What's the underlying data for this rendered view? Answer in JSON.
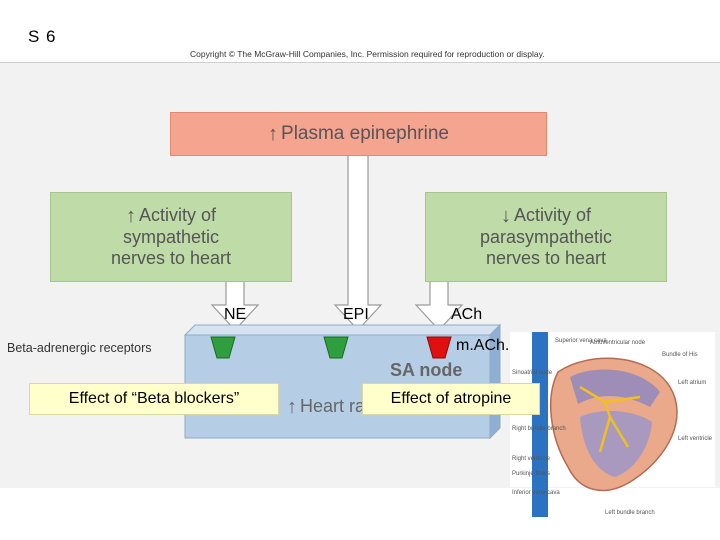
{
  "slide_label": "S 6",
  "copyright": "Copyright © The McGraw-Hill Companies, Inc. Permission required for reproduction or display.",
  "boxes": {
    "plasma": "Plasma epinephrine",
    "sympathetic_lines": [
      "Activity of",
      "sympathetic",
      "nerves to heart"
    ],
    "parasympathetic_lines": [
      "Activity of",
      "parasympathetic",
      "nerves to heart"
    ]
  },
  "transmitters": {
    "ne": "NE",
    "epi": "EPI",
    "ach": "ACh"
  },
  "receptors": {
    "beta": "Beta-adrenergic receptors",
    "machr": "m.ACh.R"
  },
  "sa_node": {
    "title": "SA node",
    "output": "Heart rate"
  },
  "callouts": {
    "beta_blockers": "Effect of “Beta blockers”",
    "atropine": "Effect of atropine"
  },
  "heart_labels": {
    "superior_vena_cava": "Superior vena cava",
    "atrioventricular_node": "Atrioventricular node",
    "bundle_of_his": "Bundle of His",
    "sinoatrial_node": "Sinoatrial node",
    "left_atrium": "Left atrium",
    "right_bundle_branch": "Right bundle branch",
    "left_ventricle": "Left ventricle",
    "right_ventricle": "Right ventricle",
    "purkinje_fibers": "Purkinje fibers",
    "inferior_vena_cava": "Inferior vena cava",
    "left_bundle_branch": "Left bundle branch"
  },
  "colors": {
    "plasma_box": "#f4a48f",
    "nerve_box": "#bfdca8",
    "sa_block": "#b6cde6",
    "receptor_green": "#2e9e3e",
    "receptor_red": "#e01010",
    "callout": "#ffffcc"
  }
}
